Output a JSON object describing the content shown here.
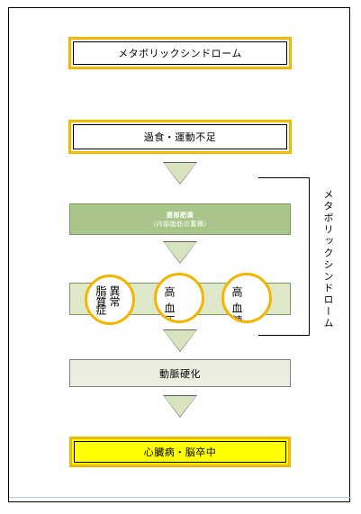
{
  "diagram": {
    "title_box": "メタボリックシンドローム",
    "cause_box": "過食・運動不足",
    "obesity_box": {
      "line1": "腹部肥満",
      "line2": "（内部脂肪の蓄積）"
    },
    "conditions": [
      {
        "col1": "脂質",
        "col2": "異常",
        "col3": "症"
      },
      {
        "col1": "高血",
        "col2": "圧"
      },
      {
        "col1": "高血",
        "col2": "糖"
      }
    ],
    "arteriosclerosis_box": "動脈硬化",
    "outcome_box": "心臓病・脳卒中",
    "bracket_label": "メタボリックシンドローム"
  },
  "colors": {
    "gold_border": "#f0b000",
    "green_fill": "#a9c58a",
    "light_green_fill": "#dfe9c9",
    "cream_fill": "#ecefe0",
    "yellow_fill": "#ffff00",
    "arrow_fill": "#d7e4bd"
  }
}
